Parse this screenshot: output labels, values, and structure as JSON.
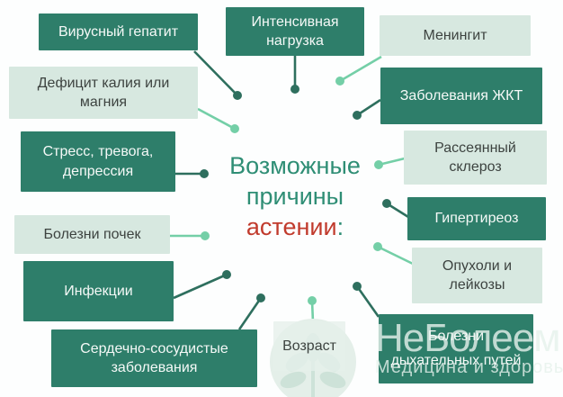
{
  "title": {
    "green": "Возможные причины",
    "red": "астении",
    "colon": ":"
  },
  "nodes": [
    {
      "label": "Вирусный гепатит",
      "variant": "dark"
    },
    {
      "label": "Интенсивная нагрузка",
      "variant": "dark"
    },
    {
      "label": "Менингит",
      "variant": "light"
    },
    {
      "label": "Дефицит калия или магния",
      "variant": "light"
    },
    {
      "label": "Заболевания ЖКТ",
      "variant": "dark"
    },
    {
      "label": "Стресс, тревога, депрессия",
      "variant": "dark"
    },
    {
      "label": "Рассеянный склероз",
      "variant": "light"
    },
    {
      "label": "Болезни почек",
      "variant": "light"
    },
    {
      "label": "Гипертиреоз",
      "variant": "dark"
    },
    {
      "label": "Инфекции",
      "variant": "dark"
    },
    {
      "label": "Опухоли и лейкозы",
      "variant": "light"
    },
    {
      "label": "Сердечно-сосудистые заболевания",
      "variant": "dark"
    },
    {
      "label": "Возраст",
      "variant": "pale"
    },
    {
      "label": "Болезни дыхательных путей",
      "variant": "dark"
    }
  ],
  "connectors": [
    {
      "from": [
        216,
        57
      ],
      "dot": [
        264,
        106
      ],
      "tone": "dark"
    },
    {
      "from": [
        328,
        62
      ],
      "dot": [
        328,
        99
      ],
      "tone": "dark"
    },
    {
      "from": [
        424,
        63
      ],
      "dot": [
        378,
        90
      ],
      "tone": "light"
    },
    {
      "from": [
        220,
        121
      ],
      "dot": [
        261,
        143
      ],
      "tone": "light"
    },
    {
      "from": [
        423,
        111
      ],
      "dot": [
        397,
        128
      ],
      "tone": "dark"
    },
    {
      "from": [
        195,
        193
      ],
      "dot": [
        227,
        193
      ],
      "tone": "dark"
    },
    {
      "from": [
        450,
        176
      ],
      "dot": [
        421,
        183
      ],
      "tone": "light"
    },
    {
      "from": [
        189,
        262
      ],
      "dot": [
        228,
        262
      ],
      "tone": "light"
    },
    {
      "from": [
        454,
        241
      ],
      "dot": [
        430,
        226
      ],
      "tone": "dark"
    },
    {
      "from": [
        193,
        331
      ],
      "dot": [
        252,
        305
      ],
      "tone": "dark"
    },
    {
      "from": [
        459,
        293
      ],
      "dot": [
        420,
        274
      ],
      "tone": "light"
    },
    {
      "from": [
        266,
        366
      ],
      "dot": [
        290,
        331
      ],
      "tone": "dark"
    },
    {
      "from": [
        348,
        358
      ],
      "dot": [
        347,
        334
      ],
      "tone": "light"
    },
    {
      "from": [
        421,
        352
      ],
      "dot": [
        397,
        318
      ],
      "tone": "dark"
    }
  ],
  "watermark": {
    "brand": "НеБолеем",
    "tagline": "Медицина и здоровье"
  },
  "colors": {
    "dark_box": "#2e7e6a",
    "light_box": "#d7e8e0",
    "dark_line": "#2e6f5e",
    "light_line": "#74cfa7",
    "title_green": "#2f8e75",
    "title_red": "#c13b2d",
    "text_on_dark": "#f5f9f7",
    "text_on_light": "#3d4340",
    "wm_color": "#e6f2ec"
  }
}
